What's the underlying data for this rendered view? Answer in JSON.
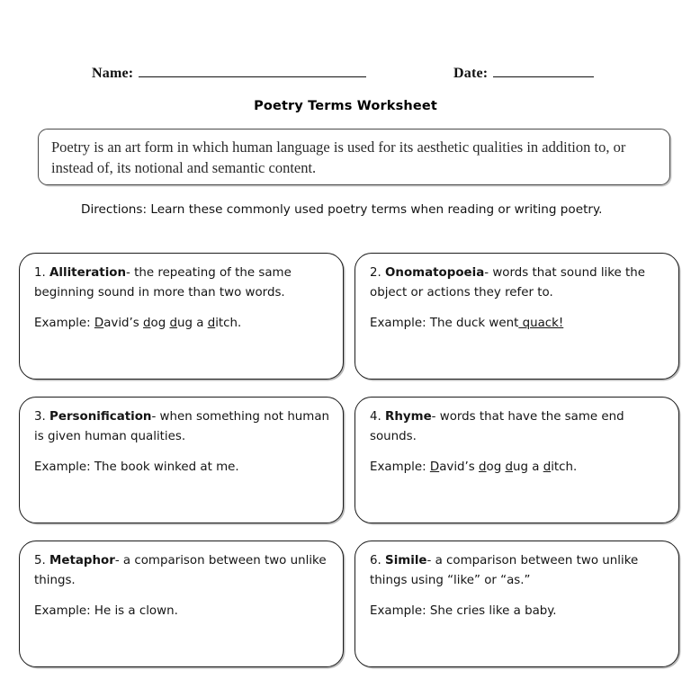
{
  "header": {
    "name_label": "Name:",
    "date_label": "Date:"
  },
  "title": "Poetry Terms Worksheet",
  "definition": "Poetry is an art form in which human language is used for its aesthetic qualities in addition to, or instead of, its notional and semantic content.",
  "directions": "Directions: Learn these commonly used poetry terms when reading or writing poetry.",
  "cards": [
    {
      "number": "1.",
      "term": "Alliteration",
      "definition": "- the repeating of the same beginning sound in more than two words.",
      "example_label": "Example: ",
      "example_parts": [
        {
          "text": "D",
          "underline": true
        },
        {
          "text": "avid’s ",
          "underline": false
        },
        {
          "text": "d",
          "underline": true
        },
        {
          "text": "og ",
          "underline": false
        },
        {
          "text": "d",
          "underline": true
        },
        {
          "text": "ug a ",
          "underline": false
        },
        {
          "text": "d",
          "underline": true
        },
        {
          "text": "itch.",
          "underline": false
        }
      ]
    },
    {
      "number": "2.",
      "term": "Onomatopoeia",
      "definition": "- words that sound like the object or actions they refer to.",
      "example_label": "Example: ",
      "example_parts": [
        {
          "text": "The duck went",
          "underline": false
        },
        {
          "text": " quack!",
          "underline": true
        }
      ]
    },
    {
      "number": "3.",
      "term": "Personification",
      "definition": "- when something not human is given human qualities.",
      "example_label": "Example: ",
      "example_parts": [
        {
          "text": "The book winked at me.",
          "underline": false
        }
      ]
    },
    {
      "number": "4.",
      "term": "Rhyme",
      "definition": "- words that have the same end sounds.",
      "example_label": "Example: ",
      "example_parts": [
        {
          "text": "D",
          "underline": true
        },
        {
          "text": "avid’s ",
          "underline": false
        },
        {
          "text": "d",
          "underline": true
        },
        {
          "text": "og ",
          "underline": false
        },
        {
          "text": "d",
          "underline": true
        },
        {
          "text": "ug a ",
          "underline": false
        },
        {
          "text": "d",
          "underline": true
        },
        {
          "text": "itch.",
          "underline": false
        }
      ]
    },
    {
      "number": "5.",
      "term": "Metaphor",
      "definition": "- a comparison between two unlike things.",
      "example_label": "Example: ",
      "example_parts": [
        {
          "text": "He is a clown.",
          "underline": false
        }
      ]
    },
    {
      "number": "6.",
      "term": "Simile",
      "definition": "- a comparison between two unlike things using “like” or “as.”",
      "example_label": "Example: ",
      "example_parts": [
        {
          "text": "She cries like a baby.",
          "underline": false
        }
      ]
    }
  ]
}
